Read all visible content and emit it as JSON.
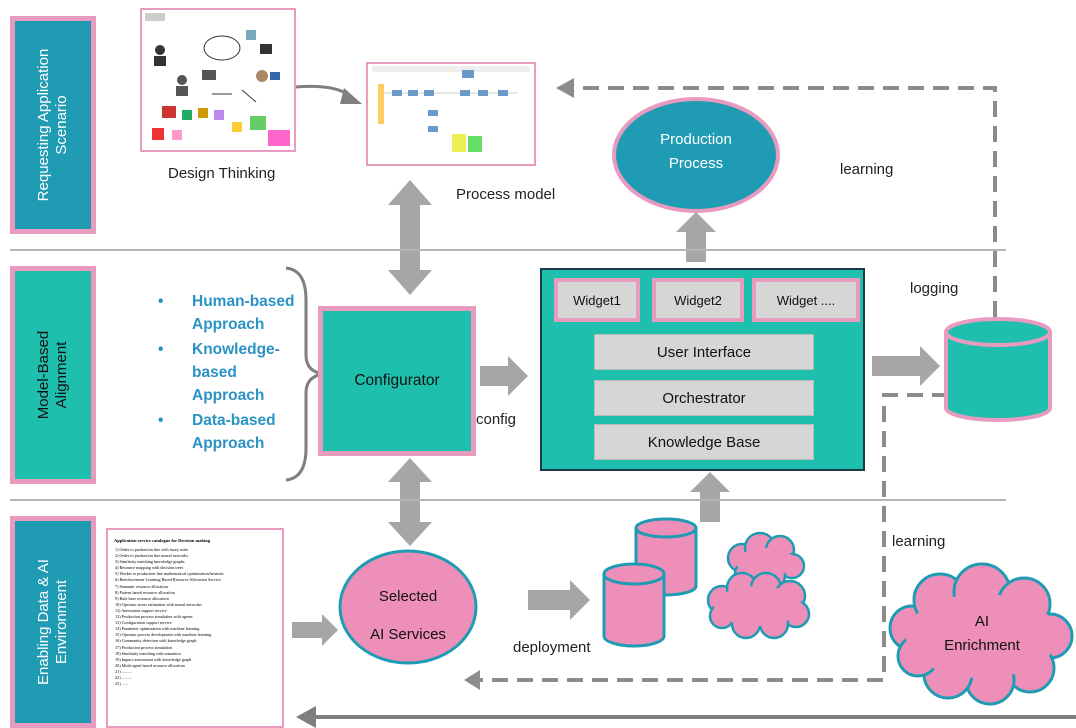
{
  "layers": {
    "top": "Requesting Application Scenario",
    "middle": "Model-Based Alignment",
    "bottom": "Enabling Data & AI Environment"
  },
  "top_row": {
    "design_thinking": "Design Thinking",
    "process_model": "Process model",
    "production_process": [
      "Production",
      "Process"
    ],
    "learning_top": "learning"
  },
  "approaches": [
    "Human-based Approach",
    "Knowledge-based Approach",
    "Data-based Approach"
  ],
  "configurator": "Configurator",
  "config_label": "config",
  "platform": {
    "widgets": [
      "Widget1",
      "Widget2",
      "Widget ...."
    ],
    "user_interface": "User Interface",
    "orchestrator": "Orchestrator",
    "knowledge_base": "Knowledge Base"
  },
  "logging": "logging",
  "learning_bottom": "learning",
  "selected_ai_services": [
    "Selected",
    "AI Services"
  ],
  "deployment": "deployment",
  "ai_enrichment": [
    "AI",
    "Enrichment"
  ],
  "catalog": {
    "title": "Application service catalogue for Decision making",
    "items": [
      "1) Order to production line with fuzzy rules",
      "2) Order to production line neural networks",
      "3) Similarity matching knowledge graphs",
      "4) Resource mapping with decision trees",
      "5) Worker to production line mathematical optimization/heuristic",
      "6) Reinforcement Learning Based Resource Allocation Service",
      "7) Semantic resource allocation",
      "8) Pattern based resource allocation",
      "9) Rule base resource allocation",
      "10) Operator stress estimation with neural networks",
      "11) Annotation support service",
      "12) Production process simulation with agents",
      "13) Configuration support service",
      "14) Parameter optimization with machine learning",
      "15) Operator process development with machine learning",
      "16) Community detection with knowledge graph",
      "17) Production process simulation",
      "18) Similarity matching with semantics",
      "19) Impact assessment with knowledge graph",
      "20) Multi-agent based resource allocation",
      "21) ..........",
      "22) ..........",
      "23) ......"
    ]
  },
  "colors": {
    "pink": "#e99bbf",
    "blue": "#1f9bb3",
    "teal": "#1fbfad",
    "grey": "#a6a6a6",
    "approach_text": "#2a93c4"
  }
}
